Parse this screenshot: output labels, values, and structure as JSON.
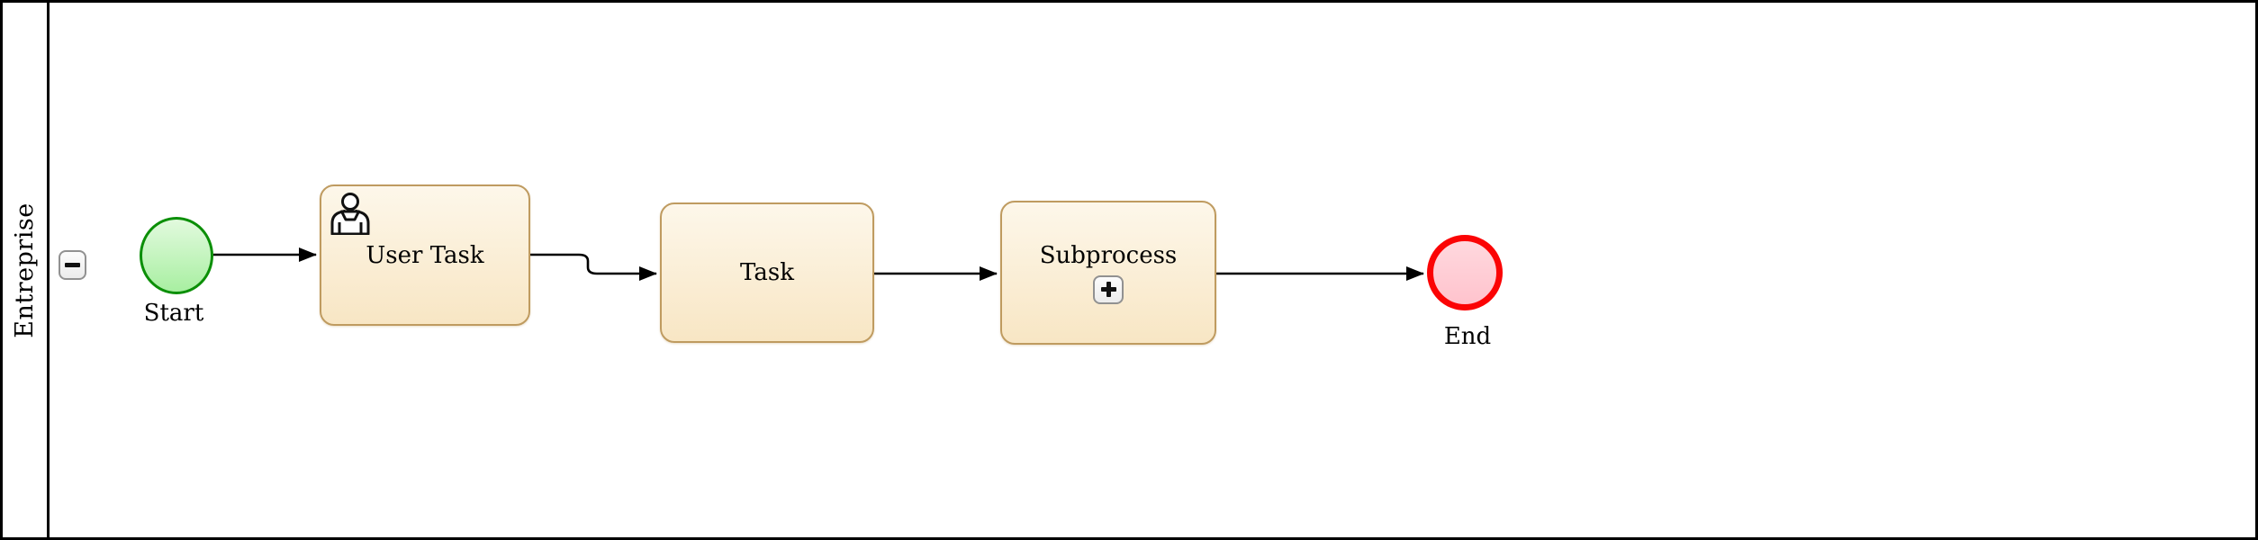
{
  "pool": {
    "label": "Entreprise",
    "collapse_button": {
      "icon": "minus-icon",
      "state": "expanded"
    }
  },
  "nodes": {
    "start": {
      "type": "start-event",
      "label": "Start"
    },
    "user_task": {
      "type": "user-task",
      "label": "User Task",
      "icon": "user-icon"
    },
    "task": {
      "type": "task",
      "label": "Task"
    },
    "subprocess": {
      "type": "collapsed-subprocess",
      "label": "Subprocess",
      "marker_icon": "plus-icon"
    },
    "end": {
      "type": "end-event",
      "label": "End"
    }
  },
  "flows": [
    {
      "from": "start",
      "to": "user_task"
    },
    {
      "from": "user_task",
      "to": "task"
    },
    {
      "from": "task",
      "to": "subprocess"
    },
    {
      "from": "subprocess",
      "to": "end"
    }
  ],
  "colors": {
    "pool_stroke": "#000000",
    "flow_stroke": "#000000",
    "start_stroke": "#0b8f07",
    "start_fill_top": "#e2fade",
    "start_fill_bottom": "#a8efa1",
    "end_stroke": "#fb0405",
    "end_fill": "#ffc9d3",
    "task_stroke": "#bf9b60",
    "task_fill_top": "#fdf7ea",
    "task_fill_bottom": "#f8e6c4",
    "button_stroke": "#919191",
    "button_fill": "#f3f3f3"
  }
}
